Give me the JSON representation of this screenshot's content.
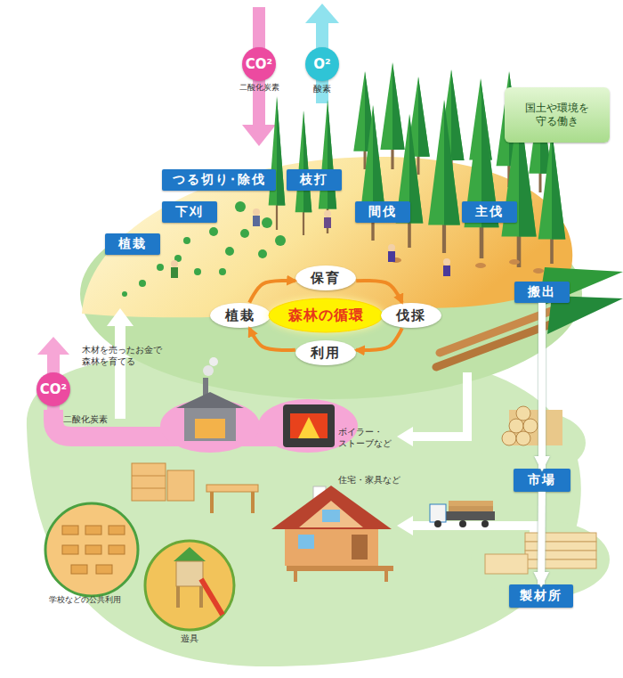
{
  "diagram": {
    "nodes": [
      {
        "text": [
          "CO²"
        ]
      },
      {
        "text": [
          "O²"
        ]
      },
      {
        "text": [
          "国土や環境を 守る働き"
        ]
      },
      {
        "text": [
          "つる切り･除伐"
        ]
      },
      {
        "text": [
          "枝打"
        ]
      },
      {
        "text": [
          "下刈"
        ]
      },
      {
        "text": [
          "間伐"
        ]
      },
      {
        "text": [
          "主伐"
        ]
      },
      {
        "text": [
          "植栽"
        ]
      },
      {
        "text": [
          "保育"
        ]
      },
      {
        "text": [
          "植栽"
        ]
      },
      {
        "text": [
          "森林の循環"
        ]
      },
      {
        "text": [
          "伐採"
        ]
      },
      {
        "text": [
          "搬出"
        ]
      },
      {
        "text": [
          "利用"
        ]
      },
      {
        "text": [
          "CO²"
        ]
      },
      {
        "text": [
          "市場"
        ]
      },
      {
        "text": [
          "製材所"
        ]
      }
    ],
    "edges": [
      {
        "from": 10,
        "to": 9,
        "arrow": "to"
      },
      {
        "from": 9,
        "to": 12,
        "arrow": "to"
      },
      {
        "from": 12,
        "to": 14,
        "arrow": "to"
      },
      {
        "from": 14,
        "to": 10,
        "arrow": "to"
      },
      {
        "from": 13,
        "to": 16,
        "arrow": "to"
      },
      {
        "from": 16,
        "to": 17,
        "arrow": "to"
      }
    ],
    "labels": [
      "二酸化炭素",
      "酸素",
      "木材を売ったお金で 森林を育てる",
      "二酸化炭素",
      "ボイラー・ ストーブなど",
      "住宅・家具など",
      "学校などの公共利用",
      "遊具"
    ]
  }
}
